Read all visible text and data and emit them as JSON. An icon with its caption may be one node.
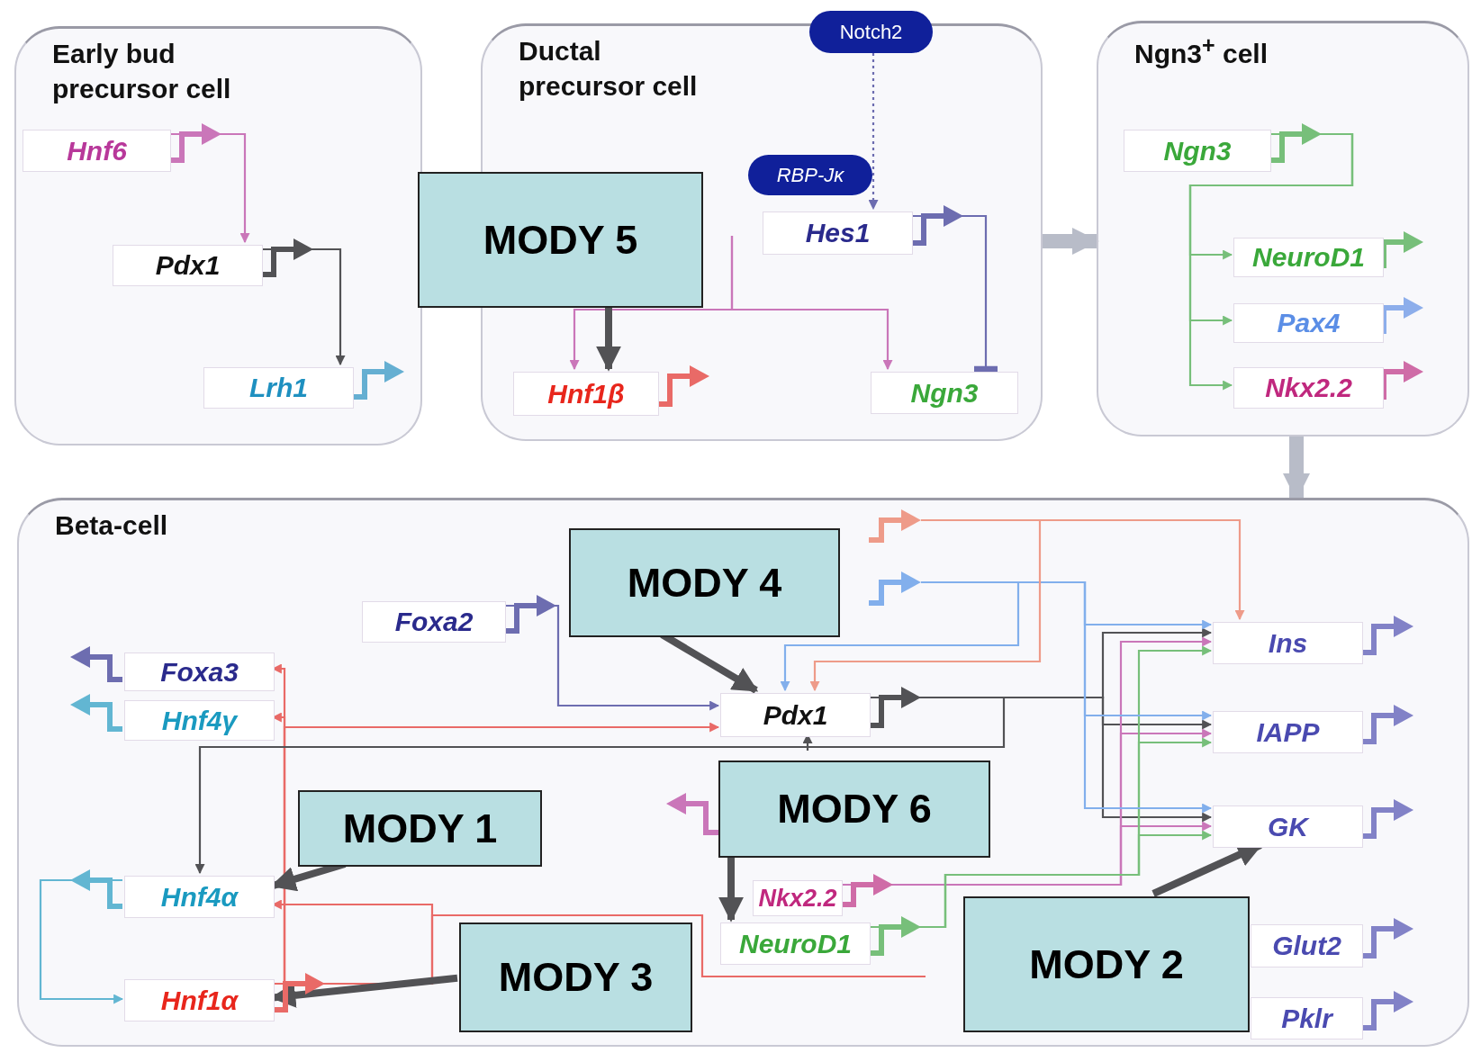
{
  "diagram": {
    "nodes": [
      {
        "text": [
          "Early bud precursor cell"
        ]
      },
      {
        "text": [
          "Hnf6"
        ],
        "in": 0
      },
      {
        "text": [
          "Pdx1"
        ],
        "in": 0
      },
      {
        "text": [
          "Lrh1"
        ],
        "in": 0
      },
      {
        "text": [
          "Ductal precursor cell"
        ]
      },
      {
        "text": [
          "Notch2"
        ]
      },
      {
        "text": [
          "RBP-Jκ"
        ],
        "in": 4
      },
      {
        "text": [
          "Hes1"
        ],
        "in": 4
      },
      {
        "text": [
          "Hnf1β"
        ],
        "in": 4
      },
      {
        "text": [
          "Ngn3"
        ],
        "in": 4
      },
      {
        "text": [
          "MODY 5"
        ]
      },
      {
        "text": [
          "Ngn3$^{+}$ cell"
        ]
      },
      {
        "text": [
          "Ngn3"
        ],
        "in": 11
      },
      {
        "text": [
          "NeuroD1"
        ],
        "in": 11
      },
      {
        "text": [
          "Pax4"
        ],
        "in": 11
      },
      {
        "text": [
          "Nkx2.2"
        ],
        "in": 11
      },
      {
        "text": [
          "Beta-cell"
        ]
      },
      {
        "text": [
          "Foxa2"
        ],
        "in": 16
      },
      {
        "text": [
          "MODY 4"
        ],
        "in": 16
      },
      {
        "text": [
          "Foxa3"
        ],
        "in": 16
      },
      {
        "text": [
          "Hnf4γ"
        ],
        "in": 16
      },
      {
        "text": [
          "MODY 1"
        ],
        "in": 16
      },
      {
        "text": [
          "Pdx1"
        ],
        "in": 16
      },
      {
        "text": [
          "MODY 6"
        ],
        "in": 16
      },
      {
        "text": [
          "Hnf4α"
        ],
        "in": 16
      },
      {
        "text": [
          "Nkx2.2"
        ],
        "in": 16
      },
      {
        "text": [
          "NeuroD1"
        ],
        "in": 16
      },
      {
        "text": [
          "Hnf1α"
        ],
        "in": 16
      },
      {
        "text": [
          "MODY 3"
        ],
        "in": 16
      },
      {
        "text": [
          "MODY 2"
        ],
        "in": 16
      },
      {
        "text": [
          "Ins"
        ],
        "in": 16
      },
      {
        "text": [
          "IAPP"
        ],
        "in": 16
      },
      {
        "text": [
          "GK"
        ],
        "in": 16
      },
      {
        "text": [
          "Glut2"
        ],
        "in": 16
      },
      {
        "text": [
          "Pklr"
        ],
        "in": 16
      }
    ],
    "edges": [
      {
        "from": 1,
        "to": 2,
        "arrow": "to",
        "color": "#b8389a"
      },
      {
        "from": 2,
        "to": 3,
        "arrow": "to"
      },
      {
        "from": 5,
        "to": 7,
        "arrow": "to",
        "style": "dashed",
        "color": "#2a2a8c"
      },
      {
        "from": 7,
        "to": 9,
        "arrow": "other",
        "color": "#2a2a8c"
      },
      {
        "from": null,
        "to": 8,
        "arrow": "to",
        "color": "#b8389a"
      },
      {
        "from": null,
        "to": 9,
        "arrow": "to",
        "color": "#b8389a"
      },
      {
        "from": 10,
        "to": 8,
        "arrow": "to",
        "style": "thick"
      },
      {
        "from": 12,
        "to": 13,
        "arrow": "to",
        "color": "#3aa83a"
      },
      {
        "from": 12,
        "to": 14,
        "arrow": "to",
        "color": "#3aa83a"
      },
      {
        "from": 12,
        "to": 15,
        "arrow": "to",
        "color": "#3aa83a"
      },
      {
        "from": 4,
        "to": 11,
        "arrow": "to",
        "style": "thick",
        "color": "#b8bcc8"
      },
      {
        "from": 11,
        "to": 16,
        "arrow": "to",
        "style": "thick",
        "color": "#b8bcc8"
      },
      {
        "from": 17,
        "to": 22,
        "arrow": "to",
        "color": "#2a2a8c"
      },
      {
        "from": 27,
        "to": 19,
        "arrow": "to",
        "color": "#e8261c"
      },
      {
        "from": 27,
        "to": 20,
        "arrow": "to",
        "color": "#e8261c"
      },
      {
        "from": 27,
        "to": 22,
        "arrow": "to",
        "color": "#e8261c"
      },
      {
        "from": 27,
        "to": 24,
        "arrow": "to",
        "color": "#e8261c"
      },
      {
        "from": 27,
        "to": null,
        "arrow": "none",
        "color": "#e8261c"
      },
      {
        "from": 22,
        "to": 30,
        "arrow": "to"
      },
      {
        "from": 22,
        "to": 31,
        "arrow": "to"
      },
      {
        "from": 22,
        "to": 32,
        "arrow": "to"
      },
      {
        "from": 22,
        "to": 24,
        "arrow": "to"
      },
      {
        "from": null,
        "to": 22,
        "arrow": "to"
      },
      {
        "from": 25,
        "to": 30,
        "arrow": "to",
        "color": "#b8389a"
      },
      {
        "from": 25,
        "to": 31,
        "arrow": "to",
        "color": "#b8389a"
      },
      {
        "from": 25,
        "to": 32,
        "arrow": "to",
        "color": "#b8389a"
      },
      {
        "from": 26,
        "to": 30,
        "arrow": "to",
        "color": "#3aa83a"
      },
      {
        "from": 26,
        "to": 31,
        "arrow": "to",
        "color": "#3aa83a"
      },
      {
        "from": 26,
        "to": 32,
        "arrow": "to",
        "color": "#3aa83a"
      },
      {
        "from": null,
        "to": 30,
        "arrow": "to",
        "color": "#4a90e8"
      },
      {
        "from": null,
        "to": 31,
        "arrow": "to",
        "color": "#4a90e8"
      },
      {
        "from": null,
        "to": 32,
        "arrow": "to",
        "color": "#4a90e8"
      },
      {
        "from": null,
        "to": 22,
        "arrow": "to",
        "color": "#4a90e8"
      },
      {
        "from": null,
        "to": 30,
        "arrow": "to",
        "color": "#f07050"
      },
      {
        "from": null,
        "to": 22,
        "arrow": "to",
        "color": "#f07050"
      },
      {
        "from": 24,
        "to": 27,
        "arrow": "to",
        "color": "#1a9ac0"
      },
      {
        "from": 18,
        "to": 22,
        "arrow": "to",
        "style": "thick"
      },
      {
        "from": 21,
        "to": 24,
        "arrow": "to",
        "style": "thick"
      },
      {
        "from": 23,
        "to": 26,
        "arrow": "to",
        "style": "thick"
      },
      {
        "from": 28,
        "to": 27,
        "arrow": "to",
        "style": "thick"
      },
      {
        "from": 29,
        "to": 32,
        "arrow": "to",
        "style": "thick"
      }
    ]
  }
}
